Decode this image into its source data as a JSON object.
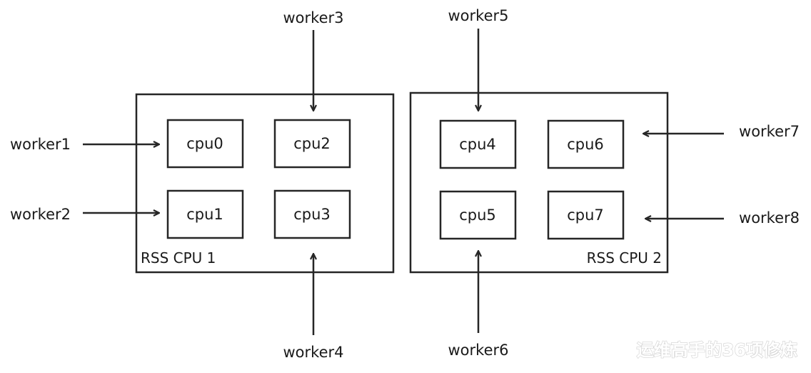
{
  "groups": {
    "rss1": {
      "label": "RSS CPU 1",
      "cpus": [
        "cpu0",
        "cpu2",
        "cpu1",
        "cpu3"
      ]
    },
    "rss2": {
      "label": "RSS CPU 2",
      "cpus": [
        "cpu4",
        "cpu6",
        "cpu5",
        "cpu7"
      ]
    }
  },
  "workers": {
    "w1": "worker1",
    "w2": "worker2",
    "w3": "worker3",
    "w4": "worker4",
    "w5": "worker5",
    "w6": "worker6",
    "w7": "worker7",
    "w8": "worker8"
  },
  "watermark": "运维高手的36项修炼"
}
